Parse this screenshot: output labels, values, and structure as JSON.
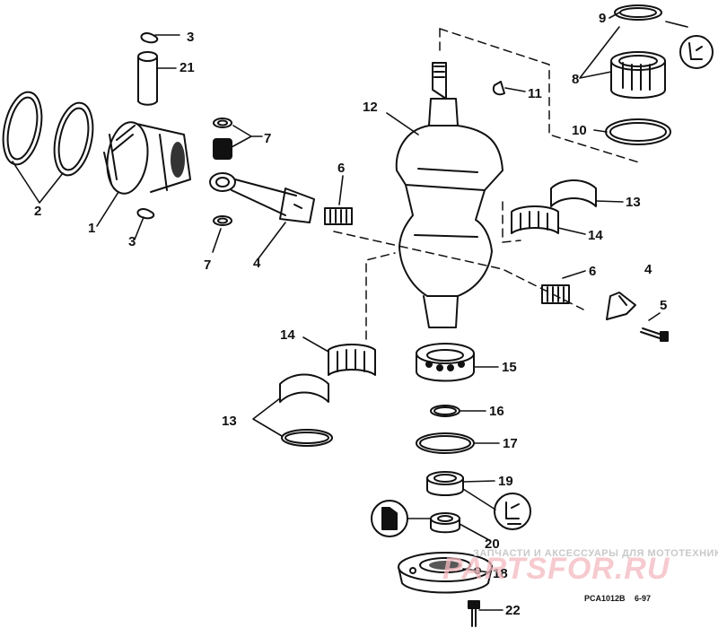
{
  "callouts": [
    "1",
    "2",
    "3",
    "4",
    "5",
    "6",
    "7",
    "8",
    "9",
    "10",
    "11",
    "12",
    "13",
    "14",
    "15",
    "16",
    "17",
    "18",
    "19",
    "20",
    "21",
    "22"
  ],
  "drawing_code": "PCA1012B",
  "drawing_date": "6-97",
  "watermark": {
    "tagline": "ЗАПЧАСТИ И АКСЕССУАРЫ ДЛЯ МОТОТЕХНИКИ",
    "brand": "PARTSFOR.RU"
  },
  "colors": {
    "line": "#111111",
    "watermark": "#f4b9bf",
    "tagline": "#c9c9c9"
  },
  "icons": [
    "grease-seal-icon",
    "lubricant-bottle-icon",
    "sealant-tube-icon"
  ]
}
